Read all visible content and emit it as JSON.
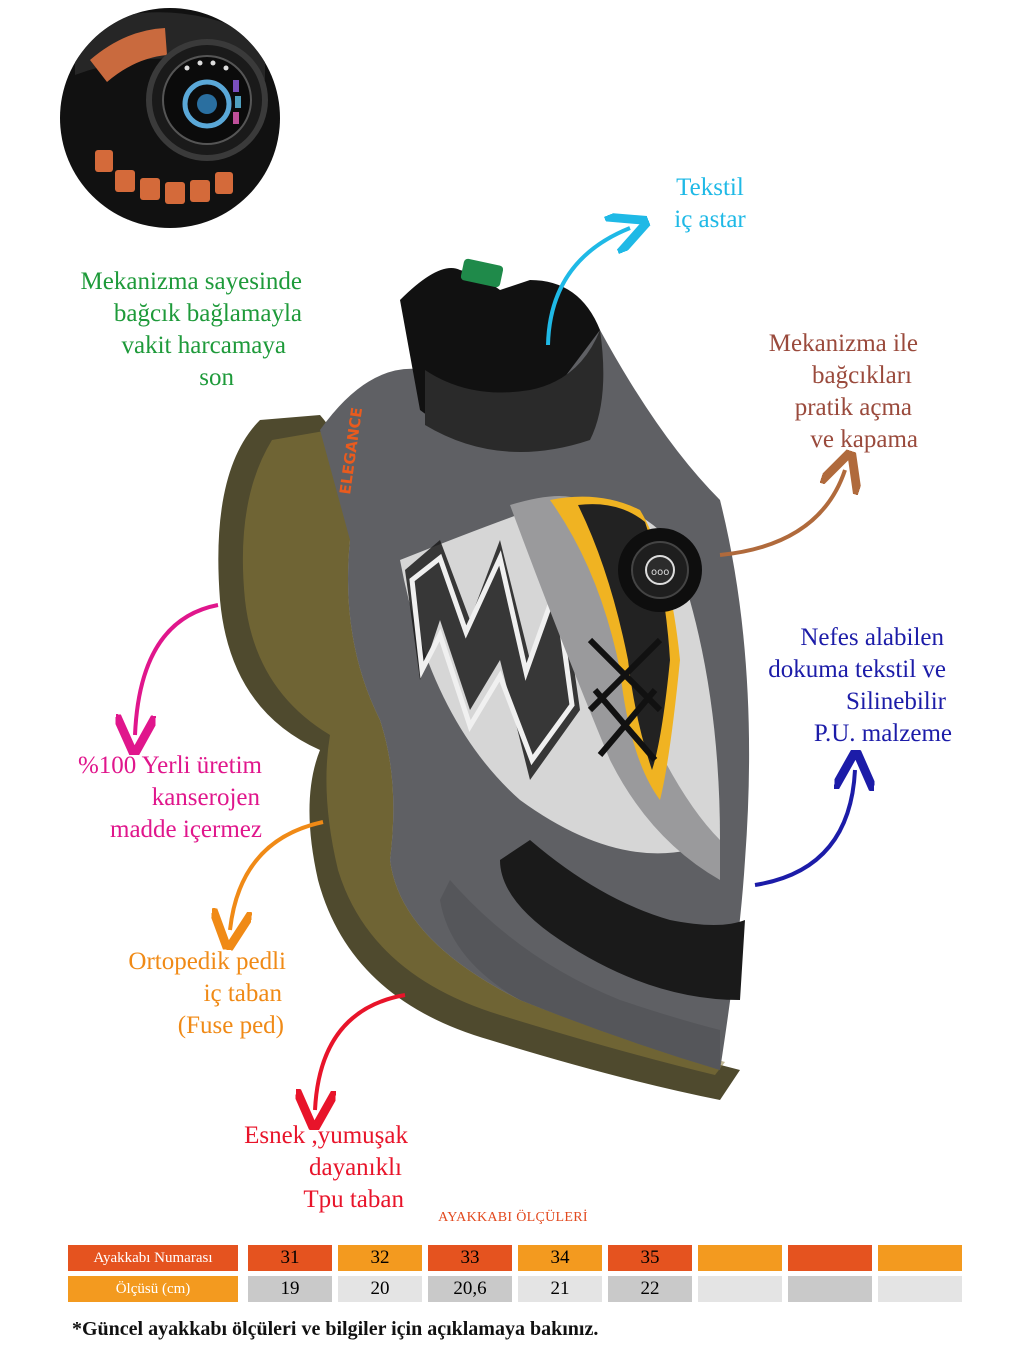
{
  "callouts": {
    "textile_lining": {
      "lines": [
        "Tekstil",
        "iç astar"
      ],
      "color": "#1fb9e6"
    },
    "mechanism_speed": {
      "lines": [
        "Mekanizma sayesinde",
        "bağcık bağlamayla",
        "vakit harcamaya",
        "son"
      ],
      "color": "#1e9a3a"
    },
    "mechanism_open": {
      "lines": [
        "Mekanizma ile",
        "bağcıkları",
        "pratik açma",
        "ve kapama"
      ],
      "color": "#9a4a3c"
    },
    "breathable": {
      "lines": [
        "Nefes alabilen",
        "dokuma tekstil  ve",
        "Silinebilir",
        "P.U. malzeme"
      ],
      "color": "#1c1ca8"
    },
    "local_production": {
      "lines": [
        "%100 Yerli üretim",
        "kanserojen",
        "madde içermez"
      ],
      "color": "#e0168c"
    },
    "orthopedic": {
      "lines": [
        "Ortopedik pedli",
        "iç taban",
        "(Fuse ped)"
      ],
      "color": "#f08a16"
    },
    "flexible_sole": {
      "lines": [
        "Esnek ,yumuşak",
        "dayanıklı",
        "Tpu taban"
      ],
      "color": "#e8142a"
    }
  },
  "shoe": {
    "brand_text": "ELEGANCE",
    "dial_text": "ooo"
  },
  "size_table": {
    "title": "AYAKKABI ÖLÇÜLERİ",
    "row1_label": "Ayakkabı Numarası",
    "row2_label": "Ölçüsü (cm)",
    "sizes": [
      "31",
      "32",
      "33",
      "34",
      "35",
      "",
      "",
      ""
    ],
    "cms": [
      "19",
      "20",
      "20,6",
      "21",
      "22",
      "",
      "",
      ""
    ],
    "colors": {
      "dark_orange": "#e5531f",
      "light_orange": "#f39a1f",
      "grey1": "#c9c9c9",
      "grey2": "#e4e4e4"
    }
  },
  "footnote": "*Güncel ayakkabı ölçüleri ve bilgiler için açıklamaya bakınız."
}
